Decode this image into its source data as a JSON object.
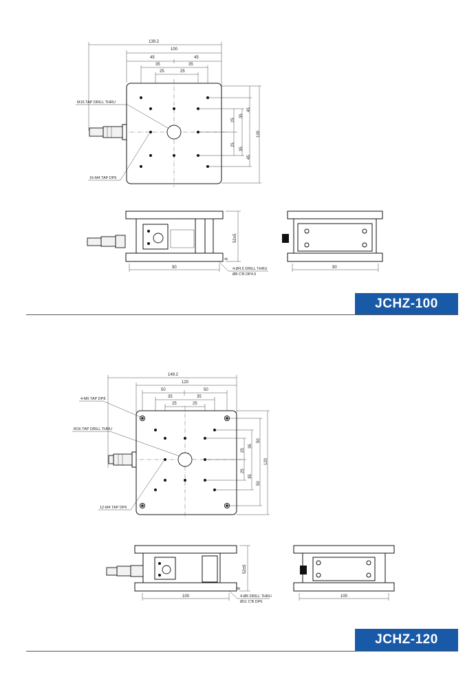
{
  "products": [
    {
      "model": "JCHZ-100",
      "top_view": {
        "dims_horizontal": [
          "139.2",
          "100",
          "45",
          "45",
          "35",
          "35",
          "25",
          "25"
        ],
        "dims_vertical": [
          "45",
          "35",
          "25",
          "25",
          "35",
          "45",
          "100"
        ],
        "callouts": [
          "M16 TAP DRILL THRU",
          "16-M4 TAP DP6"
        ]
      },
      "side_view": {
        "height": "52±5",
        "base_thickness": "8",
        "width": "90",
        "mount_holes": "4-Ø4.5 DRILL THRU",
        "counterbore": "Ø8 C'B DP4.5"
      },
      "end_view": {
        "width": "90"
      }
    },
    {
      "model": "JCHZ-120",
      "top_view": {
        "dims_horizontal": [
          "149.2",
          "120",
          "50",
          "50",
          "35",
          "35",
          "25",
          "25"
        ],
        "dims_vertical": [
          "50",
          "35",
          "25",
          "25",
          "35",
          "50",
          "120"
        ],
        "callouts": [
          "4-M6 TAP DP8",
          "M16 TAP DRILL THRU",
          "12-M4 TAP DP6"
        ]
      },
      "side_view": {
        "height": "52±5",
        "base_thickness": "8",
        "width": "100",
        "mount_holes": "4-Ø6 DRILL THRU",
        "counterbore": "Ø11 C'B DP6"
      },
      "end_view": {
        "width": "100"
      }
    }
  ],
  "colors": {
    "badge": "#1859a8",
    "badge_text": "#ffffff",
    "line": "#222222"
  }
}
